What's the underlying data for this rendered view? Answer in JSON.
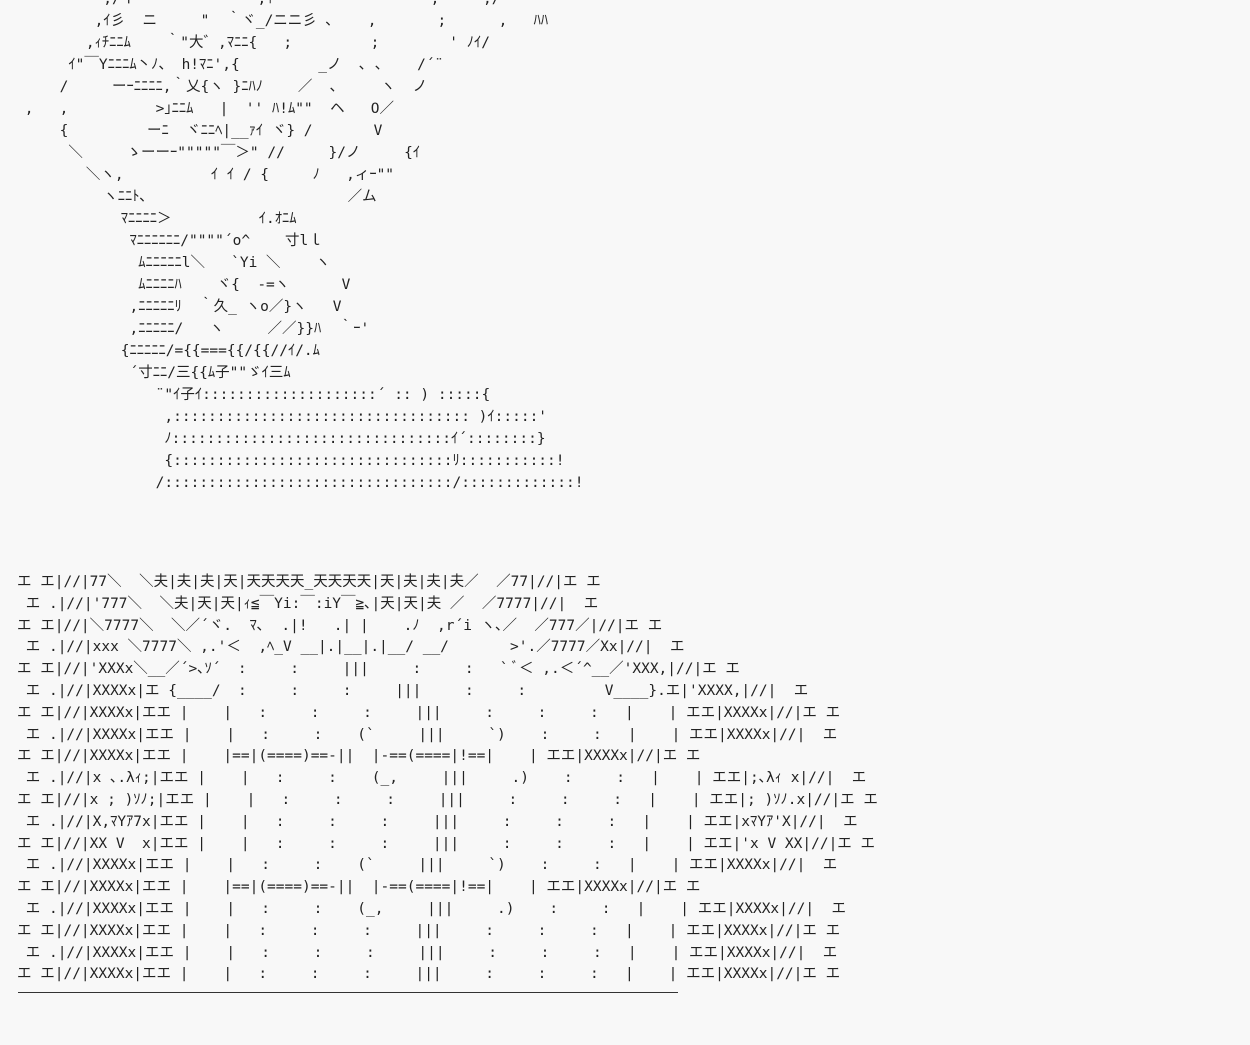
{
  "figure": {
    "lines": [
      "          ,/イ              ,ｲ       '          ,     ,/",
      "         ,ｲ彡  ニ     \"  ｀ヾ_/ニニ彡 ､    ,       ;      ,   ﾊﾊ",
      "        ,ｨﾁﾆﾆﾑ    ｀\"大゛,ﾏﾆﾆ{   ;         ;        ' ﾉｲ/",
      "      ｲ\"￣Yﾆﾆﾆﾑ丶ﾉ、 h!ﾏﾆ',{         _ノ  ､ ､    /´¨",
      "     /     ーｰﾆﾆﾆﾆ,｀乂{ヽ }ﾆﾊﾉ    ／  ､     ヽ  ノ",
      " ,   ,          >｣ﾆﾆﾑ   |  '' ﾊ!ﾑ\"\"  ヘ   O／",
      "     {         ーﾆ  ヾﾆﾆﾍ|__ｧｲ ヾ} /       V",
      "      ＼     ゝーーｰ\"\"\"\"\"￣＞\" //     }/ノ     {ｲ",
      "        ＼ヽ,          ｲ ｲ / {     ﾉ   ,ィｰ\"\"",
      "          ヽﾆﾆﾄ､                       ／ム",
      "            ﾏﾆﾆﾆﾆ＞          ｲ.ｵﾆﾑ",
      "             ﾏﾆﾆﾆﾆﾆﾆ/\"\"\"\"´o^    寸lｌ",
      "              ﾑﾆﾆﾆﾆﾆl＼   `Yi ＼    ヽ",
      "              ﾑﾆﾆﾆﾆﾊ    ヾ{  -=ヽ      V",
      "             ,ﾆﾆﾆﾆﾆﾘ  ｀久_ ヽo／}ヽ   V",
      "             ,ﾆﾆﾆﾆﾆ/   ヽ     ／／}}ﾊ  ｀ｰ'",
      "            {ﾆﾆﾆﾆﾆ/={{==={{/{{//ｲ/.ﾑ",
      "             ´寸ﾆﾆ/三{{ﾑ子\"\"ゞｲ三ﾑ",
      "                ¨\"ｲ子ｲ::::::::::::::::::::´ :: ) :::::{",
      "                 ,:::::::::::::::::::::::::::::::::: )ｲ:::::'",
      "                 ﾉ::::::::::::::::::::::::::::::::ｲ´::::::::}",
      "                 {::::::::::::::::::::::::::::::::ﾘ:::::::::::!",
      "                /:::::::::::::::::::::::::::::::::/:::::::::::::!"
    ],
    "building_lines": [
      "エ エ|//|77＼  ＼夫|夫|夫|天|天天天天_天天天天|天|夫|夫|夫／  ／77|//|エ エ",
      " エ .|//|'777＼  ＼夫|天|天|ｨ≦￣Yi:￣:iY￣≧､|天|天|夫 ／  ／7777|//|  エ",
      "エ エ|//|＼7777＼  ＼／´ヾ.  ﾏ､  .|!   .| |    .ﾉ  ,r´i ヽ､／  ／777／|//|エ エ",
      " エ .|//|xxx ＼7777＼ ,.'＜  ,ﾍ_V __|.|__|.|__/ __/       >'.／7777／Xx|//|  エ",
      "エ エ|//|'XXXx＼__／´>､ｿ´  :     :     |||     :     :   ` ﾞ＜ ,.＜´^__／'XXX,|//|エ エ",
      " エ .|//|XXXXx|エ {____/  :     :     :     |||     :     :         V____}.エ|'XXXX,|//|  エ",
      "エ エ|//|XXXXx|エエ |    |   :     :     :     |||     :     :     :   |    | エエ|XXXXx|//|エ エ",
      " エ .|//|XXXXx|エエ |    |   :     :    (`     |||     `)    :     :   |    | エエ|XXXXx|//|  エ",
      "エ エ|//|XXXXx|エエ |    |==|(====)==-||  |-==(====|!==|    | エエ|XXXXx|//|エ エ",
      " エ .|//|x ､.λｨ;|エエ |    |   :     :    (_,     |||     .)    :     :   |    | エエ|;､λｨ x|//|  エ",
      "エ エ|//|x ; )ｿﾉ;|エエ |    |   :     :     :     |||     :     :     :   |    | エエ|; )ｿﾉ.x|//|エ エ",
      " エ .|//|X,ﾏYｱ7x|エエ |    |   :     :     :     |||     :     :     :   |    | エエ|xﾏYｱ'X|//|  エ",
      "エ エ|//|XX V  x|エエ |    |   :     :     :     |||     :     :     :   |    | エエ|'x V XX|//|エ エ",
      " エ .|//|XXXXx|エエ |    |   :     :    (`     |||     `)    :     :   |    | エエ|XXXXx|//|  エ",
      "エ エ|//|XXXXx|エエ |    |==|(====)==-||  |-==(====|!==|    | エエ|XXXXx|//|エ エ",
      " エ .|//|XXXXx|エエ |    |   :     :    (_,     |||     .)    :     :   |    | エエ|XXXXx|//|  エ",
      "エ エ|//|XXXXx|エエ |    |   :     :     :     |||     :     :     :   |    | エエ|XXXXx|//|エ エ",
      " エ .|//|XXXXx|エエ |    |   :     :     :     |||     :     :     :   |    | エエ|XXXXx|//|  エ",
      "エ エ|//|XXXXx|エエ |    |   :     :     :     |||     :     :     :   |    | エエ|XXXXx|//|エ エ"
    ]
  }
}
